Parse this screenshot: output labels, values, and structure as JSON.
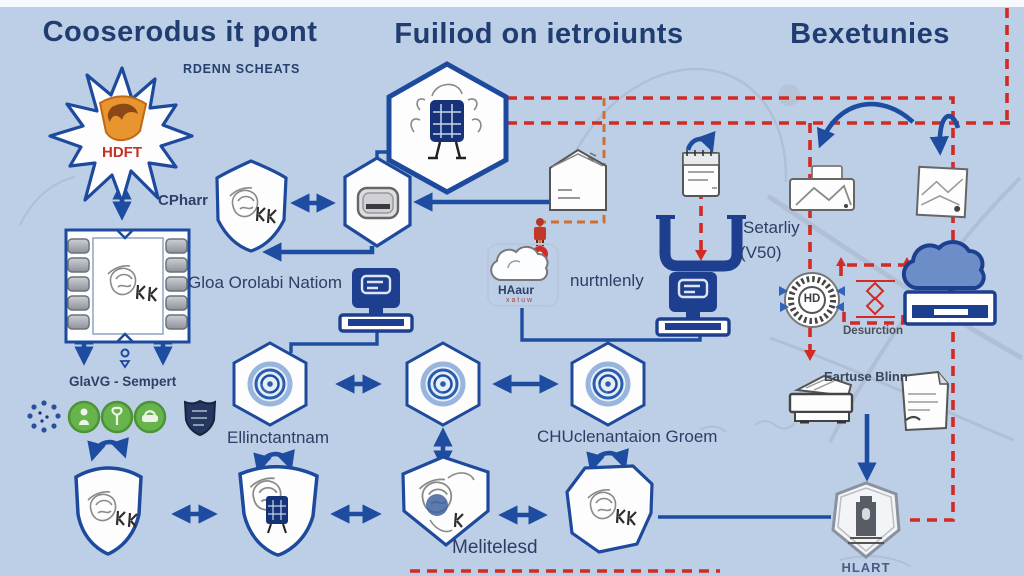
{
  "titles": {
    "left": "Cooserodus it pont",
    "left_sub": "RDENN SCHEATS",
    "center": "Fuiliod on ietroiunts",
    "right": "Bexetunies"
  },
  "labels": {
    "hdft": "HDFT",
    "cphar": "CPharr",
    "film_title": "Gloa Orolabi Natiom",
    "film_caption": "GlaVG - Sempert",
    "note": "nurtnlenly",
    "cloud": "HAaur",
    "cloud_sub": "x a t u w",
    "security": "Setarliy",
    "security_version": "(V50)",
    "destruction": "Desurction",
    "service": "Eartuse Blinn",
    "badge": "HD",
    "hlart": "HLART",
    "row_left": "Ellinctantnam",
    "row_right": "CHUclenantaion Groem",
    "bottom": "Melitelesd"
  },
  "colors": {
    "background": "#bdcfe6",
    "navy": "#1e4ca0",
    "outline": "#1d4a9c",
    "title_text": "#203d72",
    "red_dash": "#d22a24",
    "orange_dash": "#cf7030",
    "green": "#67b44c",
    "logo_orange": "#e8952f",
    "hdft_red": "#c23326"
  },
  "icons": [
    "starburst",
    "hdft-shield-logo",
    "film-strip",
    "shield",
    "hexagon-shield",
    "gray-device",
    "robot",
    "house",
    "document",
    "u-bracket",
    "cloud",
    "monitor",
    "photo",
    "hd-badge",
    "cloud-server",
    "printer",
    "page",
    "hlart-badge",
    "spiral-hexagon",
    "green-circle",
    "burst-dots",
    "dark-shield",
    "map-pin",
    "curved-arrow"
  ]
}
